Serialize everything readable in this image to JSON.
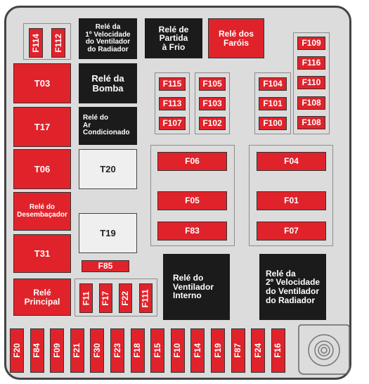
{
  "fusebox": {
    "relays": {
      "relay_1_speed": "Relé da\n1º Velocidade\ndo Ventilador\ndo Radiador",
      "relay_cold_start": "Relé de\nPartida\nà Frio",
      "relay_headlights": "Relé dos\nFaróis",
      "relay_pump": "Relé da\nBomba",
      "relay_ac": "Relé do\nAr\nCondicionado",
      "relay_defogger": "Relé do\nDesembaçador",
      "relay_main": "Relé\nPrincipal",
      "relay_internal_fan": "Relé do\nVentilador\nInterno",
      "relay_2_speed": "Relé da\n2º Velocidade\ndo Ventilador\ndo Radiador"
    },
    "top_left_fuses": [
      "F114",
      "F112"
    ],
    "left_column": [
      "T03",
      "T17",
      "T06",
      "T31"
    ],
    "center_white": [
      "T20",
      "T19"
    ],
    "f85": "F85",
    "bottom_vertical": [
      "F11",
      "F17",
      "F22",
      "F111"
    ],
    "group_a": [
      "F115",
      "F113",
      "F107"
    ],
    "group_b": [
      "F105",
      "F103",
      "F102"
    ],
    "group_c": [
      "F104",
      "F101",
      "F100"
    ],
    "group_d": [
      "F109",
      "F116",
      "F110",
      "F108",
      "F108"
    ],
    "mid_left_fuses": [
      "F06",
      "F05",
      "F83"
    ],
    "mid_right_fuses": [
      "F04",
      "F01",
      "F07"
    ],
    "bottom_row": [
      "F20",
      "F84",
      "F09",
      "F21",
      "F30",
      "F23",
      "F18",
      "F15",
      "F10",
      "F14",
      "F19",
      "F87",
      "F24",
      "F16"
    ]
  }
}
